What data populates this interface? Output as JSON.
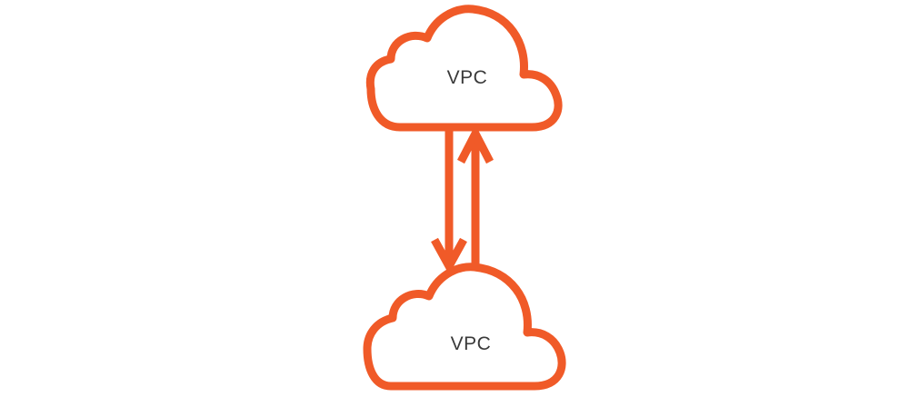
{
  "diagram": {
    "accent_color": "#F05A28",
    "text_color": "#3a3a3a",
    "background_color": "#ffffff",
    "nodes": {
      "top": {
        "label": "VPC",
        "icon": "cloud-icon"
      },
      "bottom": {
        "label": "VPC",
        "icon": "cloud-icon"
      }
    },
    "edges": [
      {
        "from": "top",
        "to": "bottom",
        "icon": "arrow-down-icon"
      },
      {
        "from": "bottom",
        "to": "top",
        "icon": "arrow-up-icon"
      }
    ]
  }
}
